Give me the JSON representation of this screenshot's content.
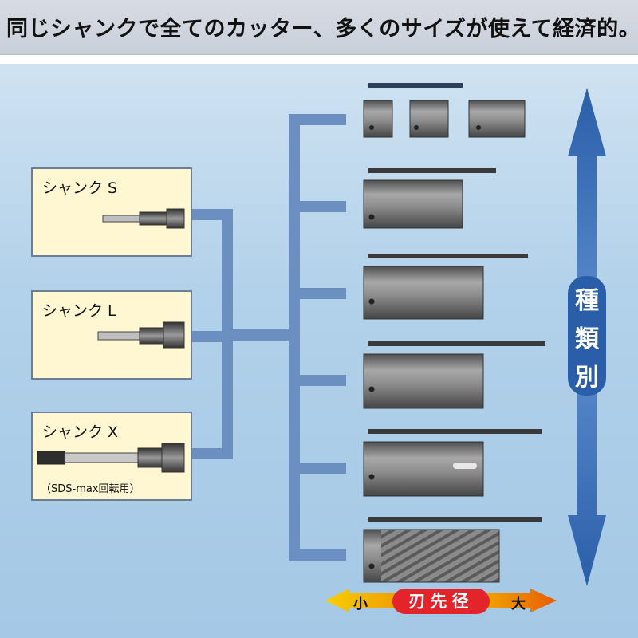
{
  "header": {
    "title": "同じシャンクで全てのカッター、多くのサイズが使えて経済的。"
  },
  "shanks": [
    {
      "name": "シャンク S",
      "note": ""
    },
    {
      "name": "シャンク L",
      "note": ""
    },
    {
      "name": "シャンク X",
      "note": "（SDS-max回転用）"
    }
  ],
  "types_label": [
    "種",
    "類",
    "別"
  ],
  "size_scale": {
    "small": "小",
    "center": "刃先径",
    "big": "大"
  },
  "colors": {
    "connector": "#6a8fc0",
    "arrow_vertical": "#2a5ea8",
    "arrow_yellow": "#f7c600",
    "arrow_orange": "#f08a00",
    "label_red": "#e3242b",
    "shank_box_bg": "#fff7d1"
  },
  "cutter_groups": [
    {
      "icon": "short-cutter-set-icon"
    },
    {
      "icon": "core-cutter-icon"
    },
    {
      "icon": "core-cutter-icon"
    },
    {
      "icon": "core-cutter-icon"
    },
    {
      "icon": "core-cutter-icon"
    },
    {
      "icon": "diamond-core-cutter-icon"
    }
  ]
}
